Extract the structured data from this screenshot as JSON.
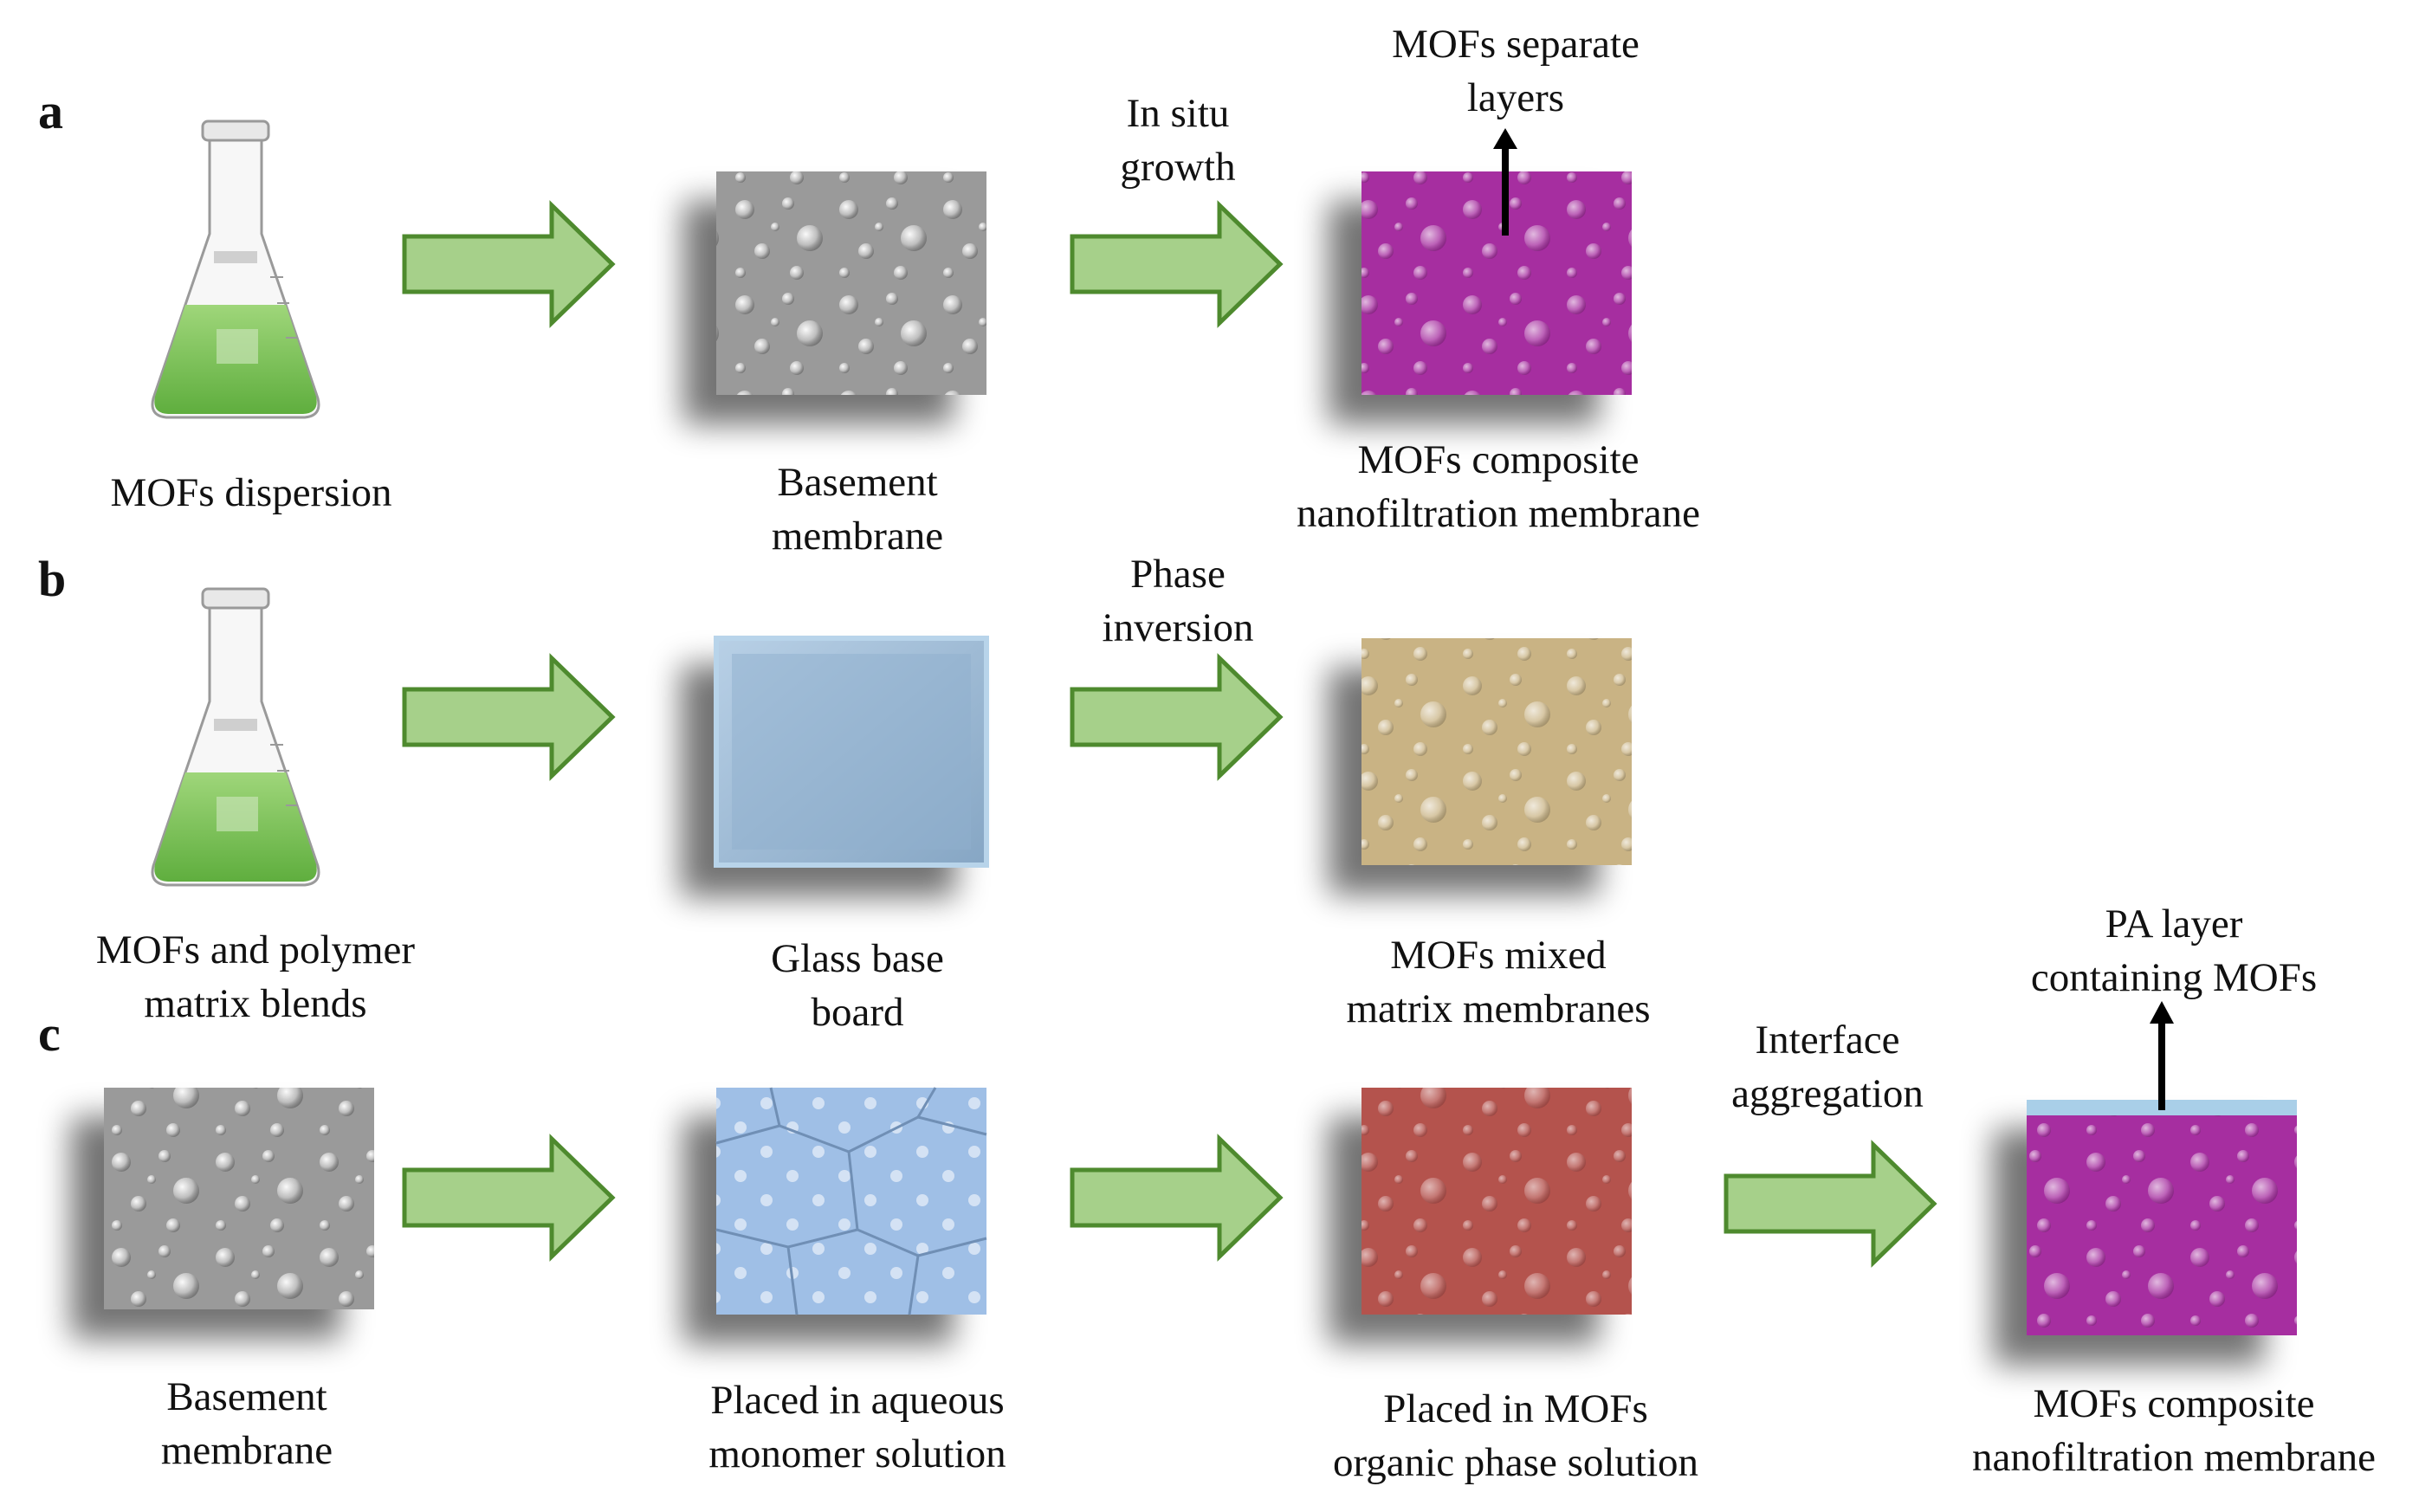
{
  "panels": {
    "a": {
      "label": "a",
      "source": "MOFs dispersion",
      "step1_substrate": [
        "Basement",
        "membrane"
      ],
      "process": [
        "In situ",
        "growth"
      ],
      "product": [
        "MOFs composite",
        "nanofiltration membrane"
      ],
      "callout": [
        "MOFs separate",
        "layers"
      ]
    },
    "b": {
      "label": "b",
      "source": [
        "MOFs and polymer",
        "matrix blends"
      ],
      "step1_substrate": [
        "Glass base",
        "board"
      ],
      "process": [
        "Phase",
        "inversion"
      ],
      "product": [
        "MOFs mixed",
        "matrix membranes"
      ]
    },
    "c": {
      "label": "c",
      "source": [
        "Basement",
        "membrane"
      ],
      "step1": [
        "Placed in aqueous",
        "monomer solution"
      ],
      "step2": [
        "Placed in MOFs",
        "organic phase solution"
      ],
      "process": [
        "Interface",
        "aggregation"
      ],
      "product": [
        "MOFs composite",
        "nanofiltration membrane"
      ],
      "callout": [
        "PA layer",
        "containing MOFs"
      ]
    }
  },
  "colors": {
    "arrow_fill": "#a6d08a",
    "arrow_stroke": "#4e8a2e",
    "flask_liquid": "#7cc657",
    "basement": "#9a9a9a",
    "mof_composite": "#a62ea0",
    "glass": "#93b3d0",
    "mixed_matrix": "#c9b384",
    "organic_phase": "#b4524d",
    "aqueous": "#9fbfe6",
    "pa_layer": "#a9cfe8"
  }
}
